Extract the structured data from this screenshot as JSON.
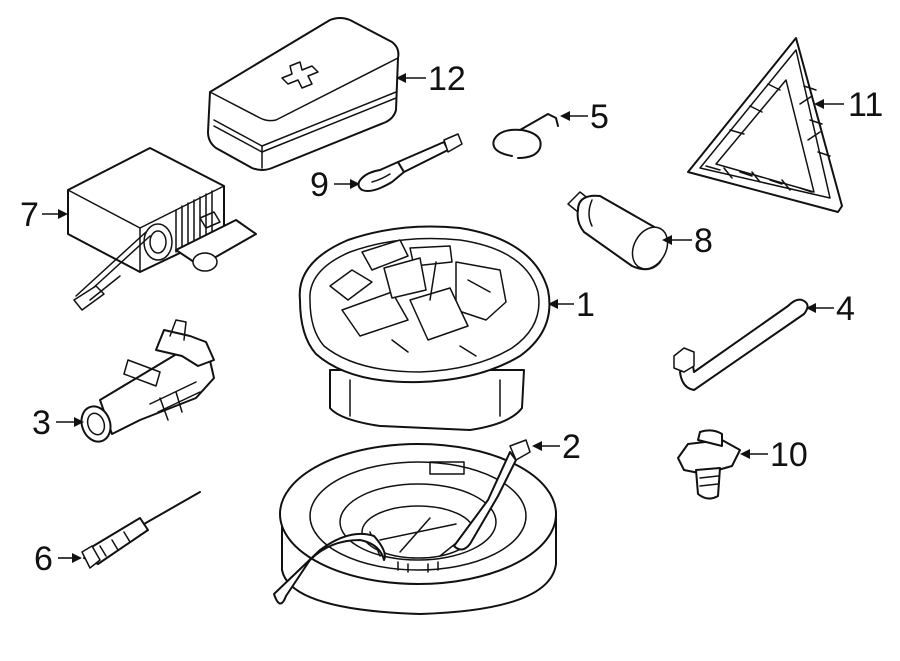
{
  "callouts": {
    "c1": "1",
    "c2": "2",
    "c3": "3",
    "c4": "4",
    "c5": "5",
    "c6": "6",
    "c7": "7",
    "c8": "8",
    "c9": "9",
    "c10": "10",
    "c11": "11",
    "c12": "12"
  },
  "colors": {
    "line": "#111111",
    "background": "#ffffff"
  }
}
